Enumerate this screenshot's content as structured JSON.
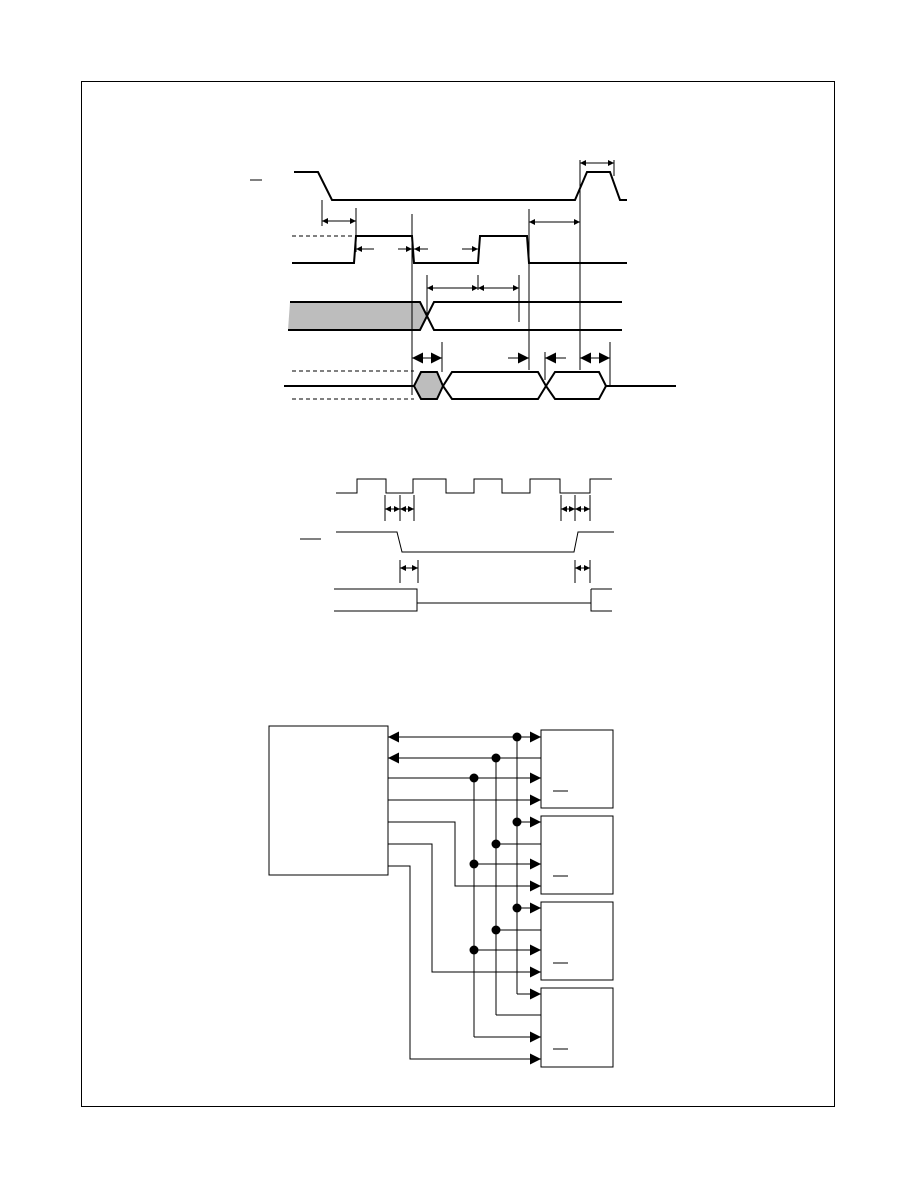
{
  "figure": {
    "colors": {
      "line": "#000000",
      "shade_fill": "#bdbdbd",
      "background": "#ffffff"
    },
    "panels": [
      {
        "id": "timing-diagram-a",
        "text": ""
      },
      {
        "id": "timing-diagram-b",
        "text": ""
      },
      {
        "id": "connection-diagram",
        "text": ""
      }
    ]
  }
}
